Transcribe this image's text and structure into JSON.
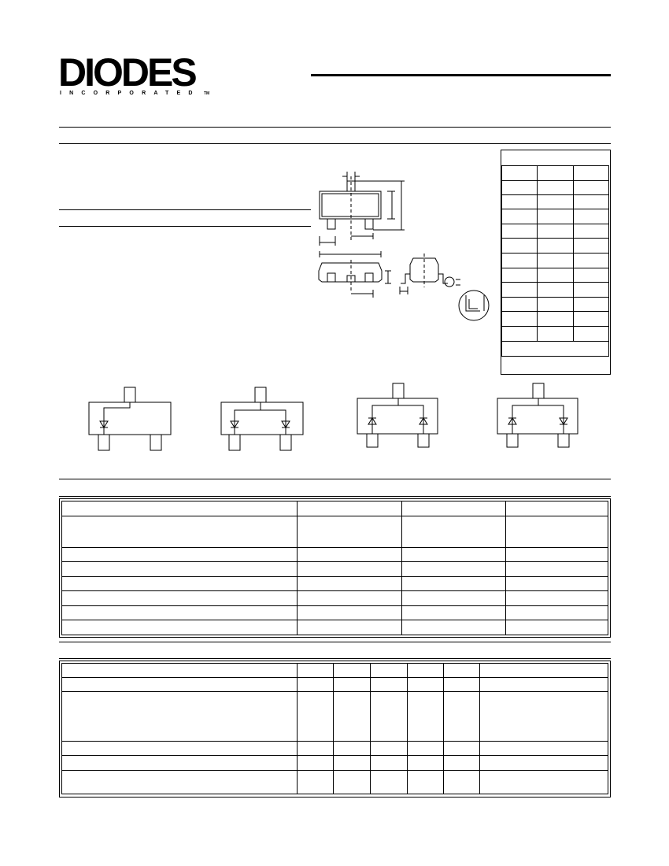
{
  "header": {
    "logo_text": "DIODES",
    "logo_subtitle": "INCORPORATED",
    "trademark": "TM"
  }
}
